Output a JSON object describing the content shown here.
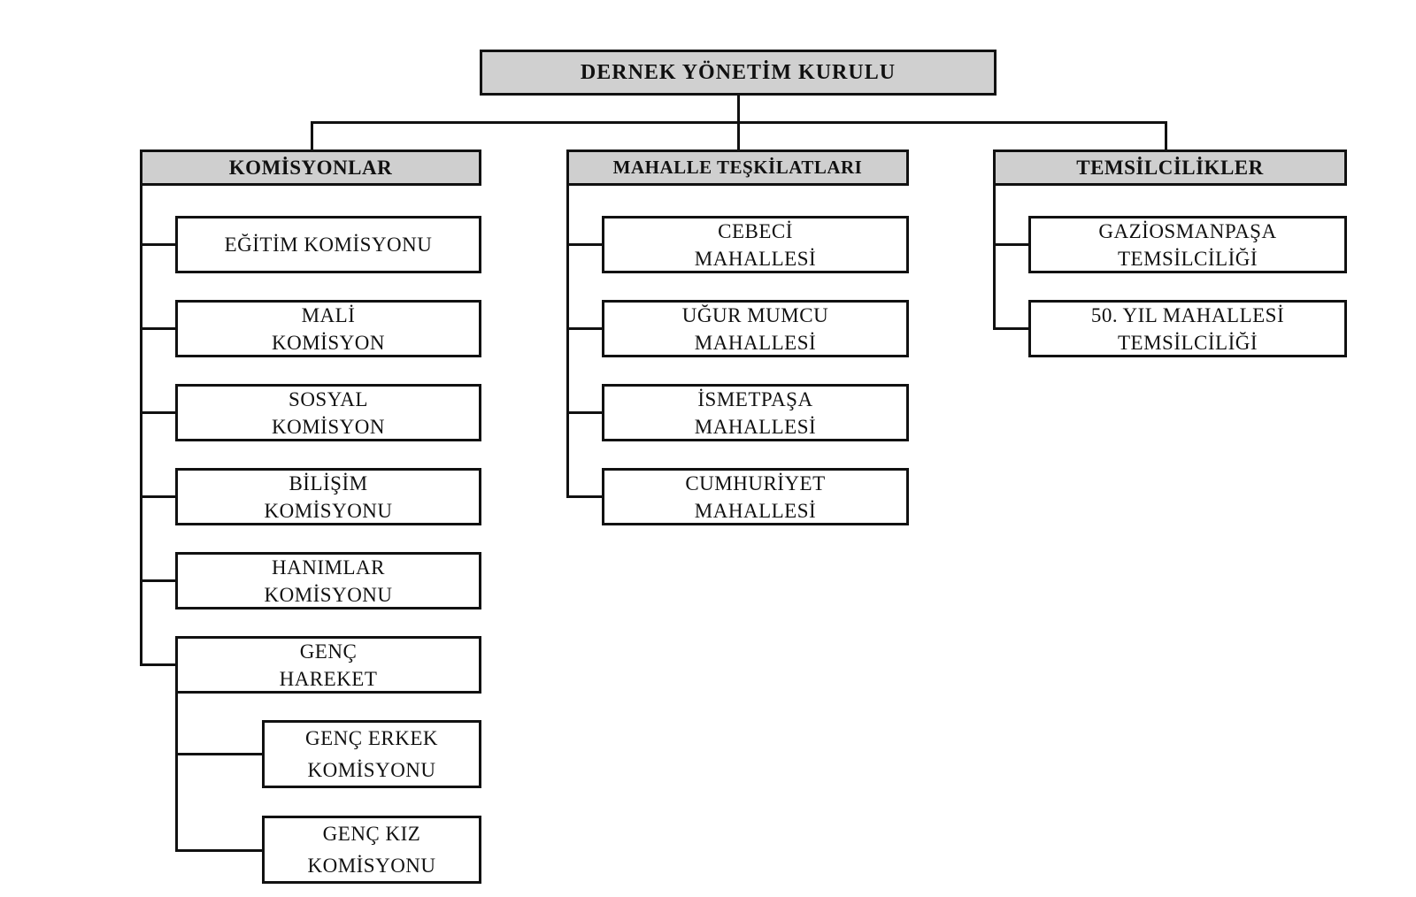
{
  "root": {
    "label": "DERNEK YÖNETİM  KURULU"
  },
  "branches": [
    {
      "label": "KOMİSYONLAR",
      "children": [
        {
          "lines": [
            "EĞİTİM  KOMİSYONU"
          ]
        },
        {
          "lines": [
            "MALİ",
            "KOMİSYON"
          ]
        },
        {
          "lines": [
            "SOSYAL",
            "KOMİSYON"
          ]
        },
        {
          "lines": [
            "BİLİŞİM",
            "KOMİSYONU"
          ]
        },
        {
          "lines": [
            "HANIMLAR",
            "KOMİSYONU"
          ]
        },
        {
          "lines": [
            "GENÇ",
            "HAREKET"
          ],
          "children": [
            {
              "lines": [
                "GENÇ  ERKEK",
                "KOMİSYONU"
              ]
            },
            {
              "lines": [
                "GENÇ  KIZ",
                "KOMİSYONU"
              ]
            }
          ]
        }
      ]
    },
    {
      "label": "MAHALLE TEŞKİLATLARI",
      "children": [
        {
          "lines": [
            "CEBECİ",
            "MAHALLESİ"
          ]
        },
        {
          "lines": [
            "UĞUR MUMCU",
            "MAHALLESİ"
          ]
        },
        {
          "lines": [
            "İSMETPAŞA",
            "MAHALLESİ"
          ]
        },
        {
          "lines": [
            "CUMHURİYET",
            "MAHALLESİ"
          ]
        }
      ]
    },
    {
      "label": "TEMSİLCİLİKLER",
      "children": [
        {
          "lines": [
            "GAZİOSMANPAŞA",
            "TEMSİLCİLİĞİ"
          ]
        },
        {
          "lines": [
            "50. YIL MAHALLESİ",
            "TEMSİLCİLİĞİ"
          ]
        }
      ]
    }
  ]
}
